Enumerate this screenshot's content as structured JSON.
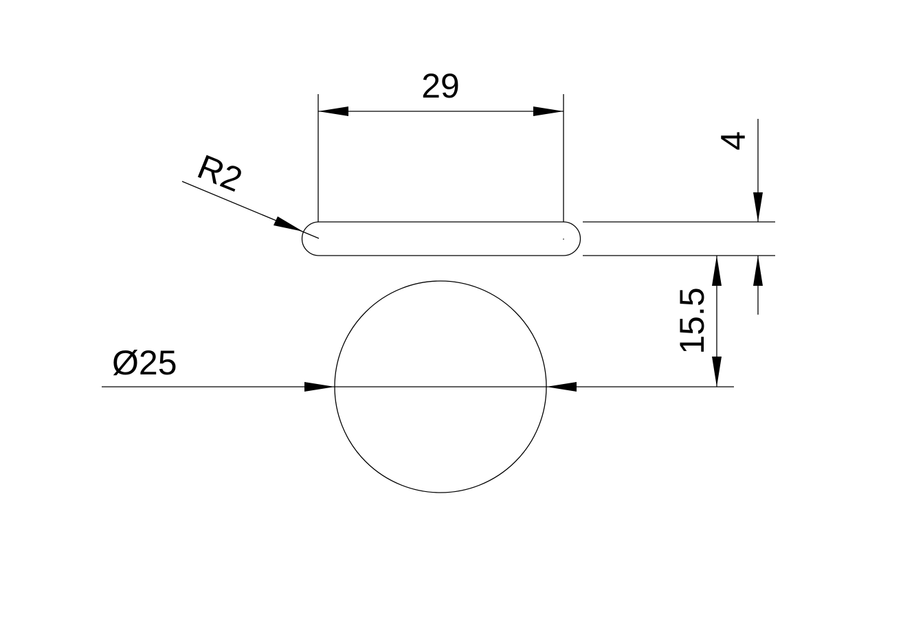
{
  "drawing": {
    "dimensions": {
      "length": "29",
      "thickness": "4",
      "radius": "R2",
      "offset": "15.5",
      "diameter": "Ø25"
    },
    "colors": {
      "line": "#000000",
      "background": "#ffffff"
    }
  }
}
